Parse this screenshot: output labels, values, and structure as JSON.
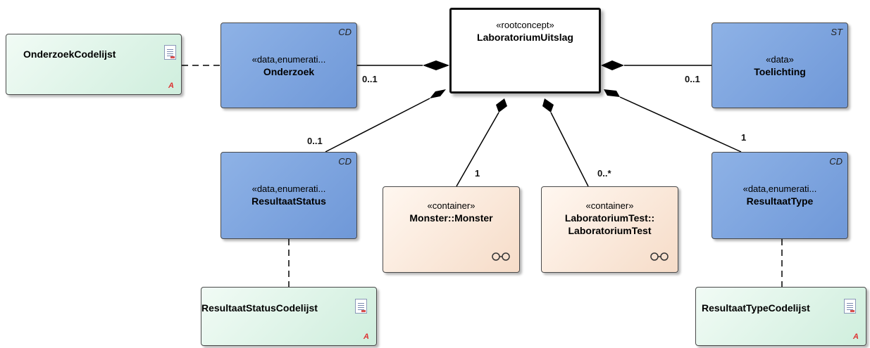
{
  "nodes": {
    "root": {
      "stereotype": "«rootconcept»",
      "name": "LaboratoriumUitslag"
    },
    "onderzoek": {
      "tag": "CD",
      "stereotype": "«data,enumerati...",
      "name": "Onderzoek"
    },
    "toelichting": {
      "tag": "ST",
      "stereotype": "«data»",
      "name": "Toelichting"
    },
    "resultaat_status": {
      "tag": "CD",
      "stereotype": "«data,enumerati...",
      "name": "ResultaatStatus"
    },
    "resultaat_type": {
      "tag": "CD",
      "stereotype": "«data,enumerati...",
      "name": "ResultaatType"
    },
    "monster": {
      "stereotype": "«container»",
      "name": "Monster::Monster"
    },
    "lab_test": {
      "stereotype": "«container»",
      "name_line1": "LaboratoriumTest::",
      "name_line2": "LaboratoriumTest"
    },
    "onderzoek_codelijst": {
      "name": "OnderzoekCodelijst"
    },
    "resultaat_status_codelijst": {
      "name": "ResultaatStatusCodelijst"
    },
    "resultaat_type_codelijst": {
      "name": "ResultaatTypeCodelijst"
    }
  },
  "multiplicities": {
    "onderzoek": "0..1",
    "toelichting": "0..1",
    "resultaat_status": "0..1",
    "resultaat_type": "1",
    "monster": "1",
    "lab_test": "0..*"
  },
  "icons": {
    "codelist": "document-icon",
    "attribute": "A",
    "composite_link": "link-icon"
  },
  "colors": {
    "datatype_fill": "#7fa6e0",
    "codelist_fill": "#dff3e8",
    "container_fill": "#fbe7d8",
    "line": "#000000"
  }
}
